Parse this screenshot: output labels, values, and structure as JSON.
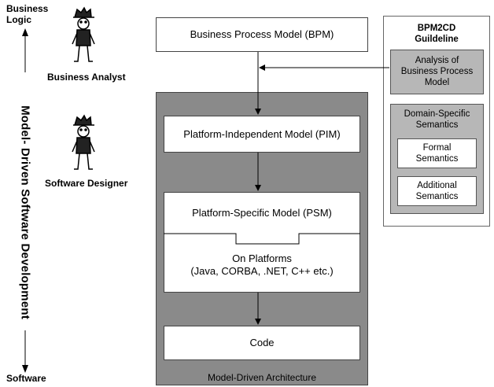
{
  "left": {
    "top_label_line1": "Business",
    "top_label_line2": "Logic",
    "bottom_label": "Software",
    "axis_label": "Model- Driven Software Development"
  },
  "roles": {
    "business_analyst": "Business Analyst",
    "software_designer": "Software Designer"
  },
  "main": {
    "bpm": "Business Process Model (BPM)",
    "pim": "Platform-Independent Model (PIM)",
    "psm": "Platform-Specific Model (PSM)",
    "platforms_line1": "On Platforms",
    "platforms_line2": "(Java, CORBA, .NET, C++ etc.)",
    "code": "Code",
    "mda_caption": "Model-Driven Architecture"
  },
  "guideline": {
    "title_line1": "BPM2CD",
    "title_line2": "Guildeline",
    "analysis_line1": "Analysis of",
    "analysis_line2": "Business Process",
    "analysis_line3": "Model",
    "dss_line1": "Domain-Specific",
    "dss_line2": "Semantics",
    "formal_line1": "Formal",
    "formal_line2": "Semantics",
    "additional_line1": "Additional",
    "additional_line2": "Semantics"
  },
  "colors": {
    "mda_fill": "#8a8a8a",
    "guideline_box_fill": "#b7b7b7"
  }
}
